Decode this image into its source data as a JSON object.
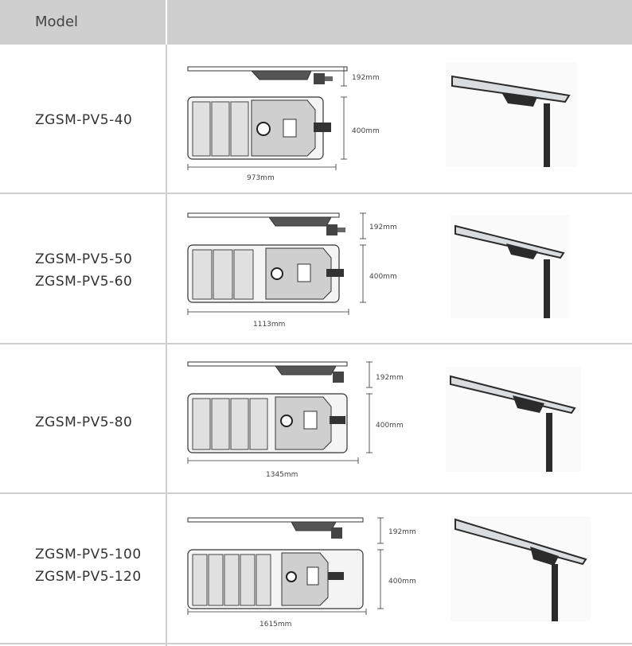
{
  "header": {
    "model_label": "Model"
  },
  "rows": [
    {
      "models": [
        "ZGSM-PV5-40"
      ],
      "height": "192mm",
      "width": "400mm",
      "length": "973mm"
    },
    {
      "models": [
        "ZGSM-PV5-50",
        "ZGSM-PV5-60"
      ],
      "height": "192mm",
      "width": "400mm",
      "length": "1113mm"
    },
    {
      "models": [
        "ZGSM-PV5-80"
      ],
      "height": "192mm",
      "width": "400mm",
      "length": "1345mm"
    },
    {
      "models": [
        "ZGSM-PV5-100",
        "ZGSM-PV5-120"
      ],
      "height": "192mm",
      "width": "400mm",
      "length": "1615mm"
    }
  ],
  "colors": {
    "header_bg": "#cfcfcf",
    "divider": "#cfcfcf",
    "fixture_dark": "#2b2b2b",
    "panel_light": "#d9dde0"
  }
}
